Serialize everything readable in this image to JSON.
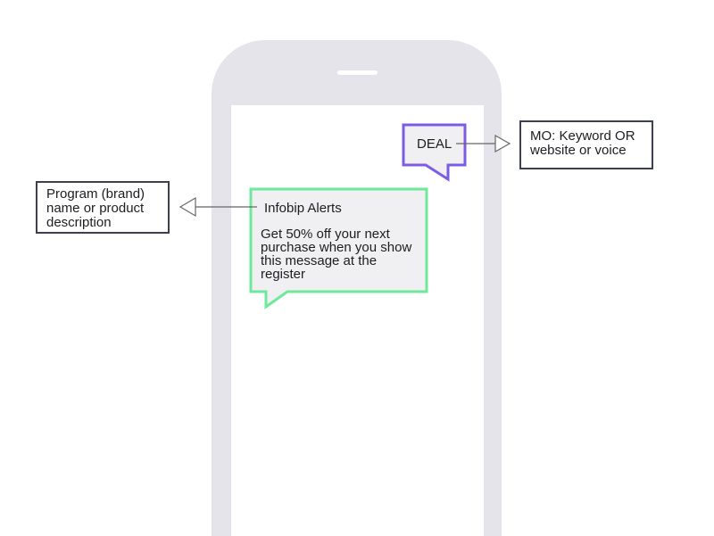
{
  "deal_bubble": {
    "text": "DEAL",
    "color": "#7b5ce6"
  },
  "mo_label": {
    "text": "MO: Keyword OR website or voice"
  },
  "alert_bubble": {
    "title": "Infobip Alerts",
    "body": "Get 50% off your next purchase when you show this message at the register",
    "color": "#6ee89a"
  },
  "program_label": {
    "text": "Program (brand) name or product description"
  },
  "phone": {
    "color": "#e5e4ea"
  }
}
